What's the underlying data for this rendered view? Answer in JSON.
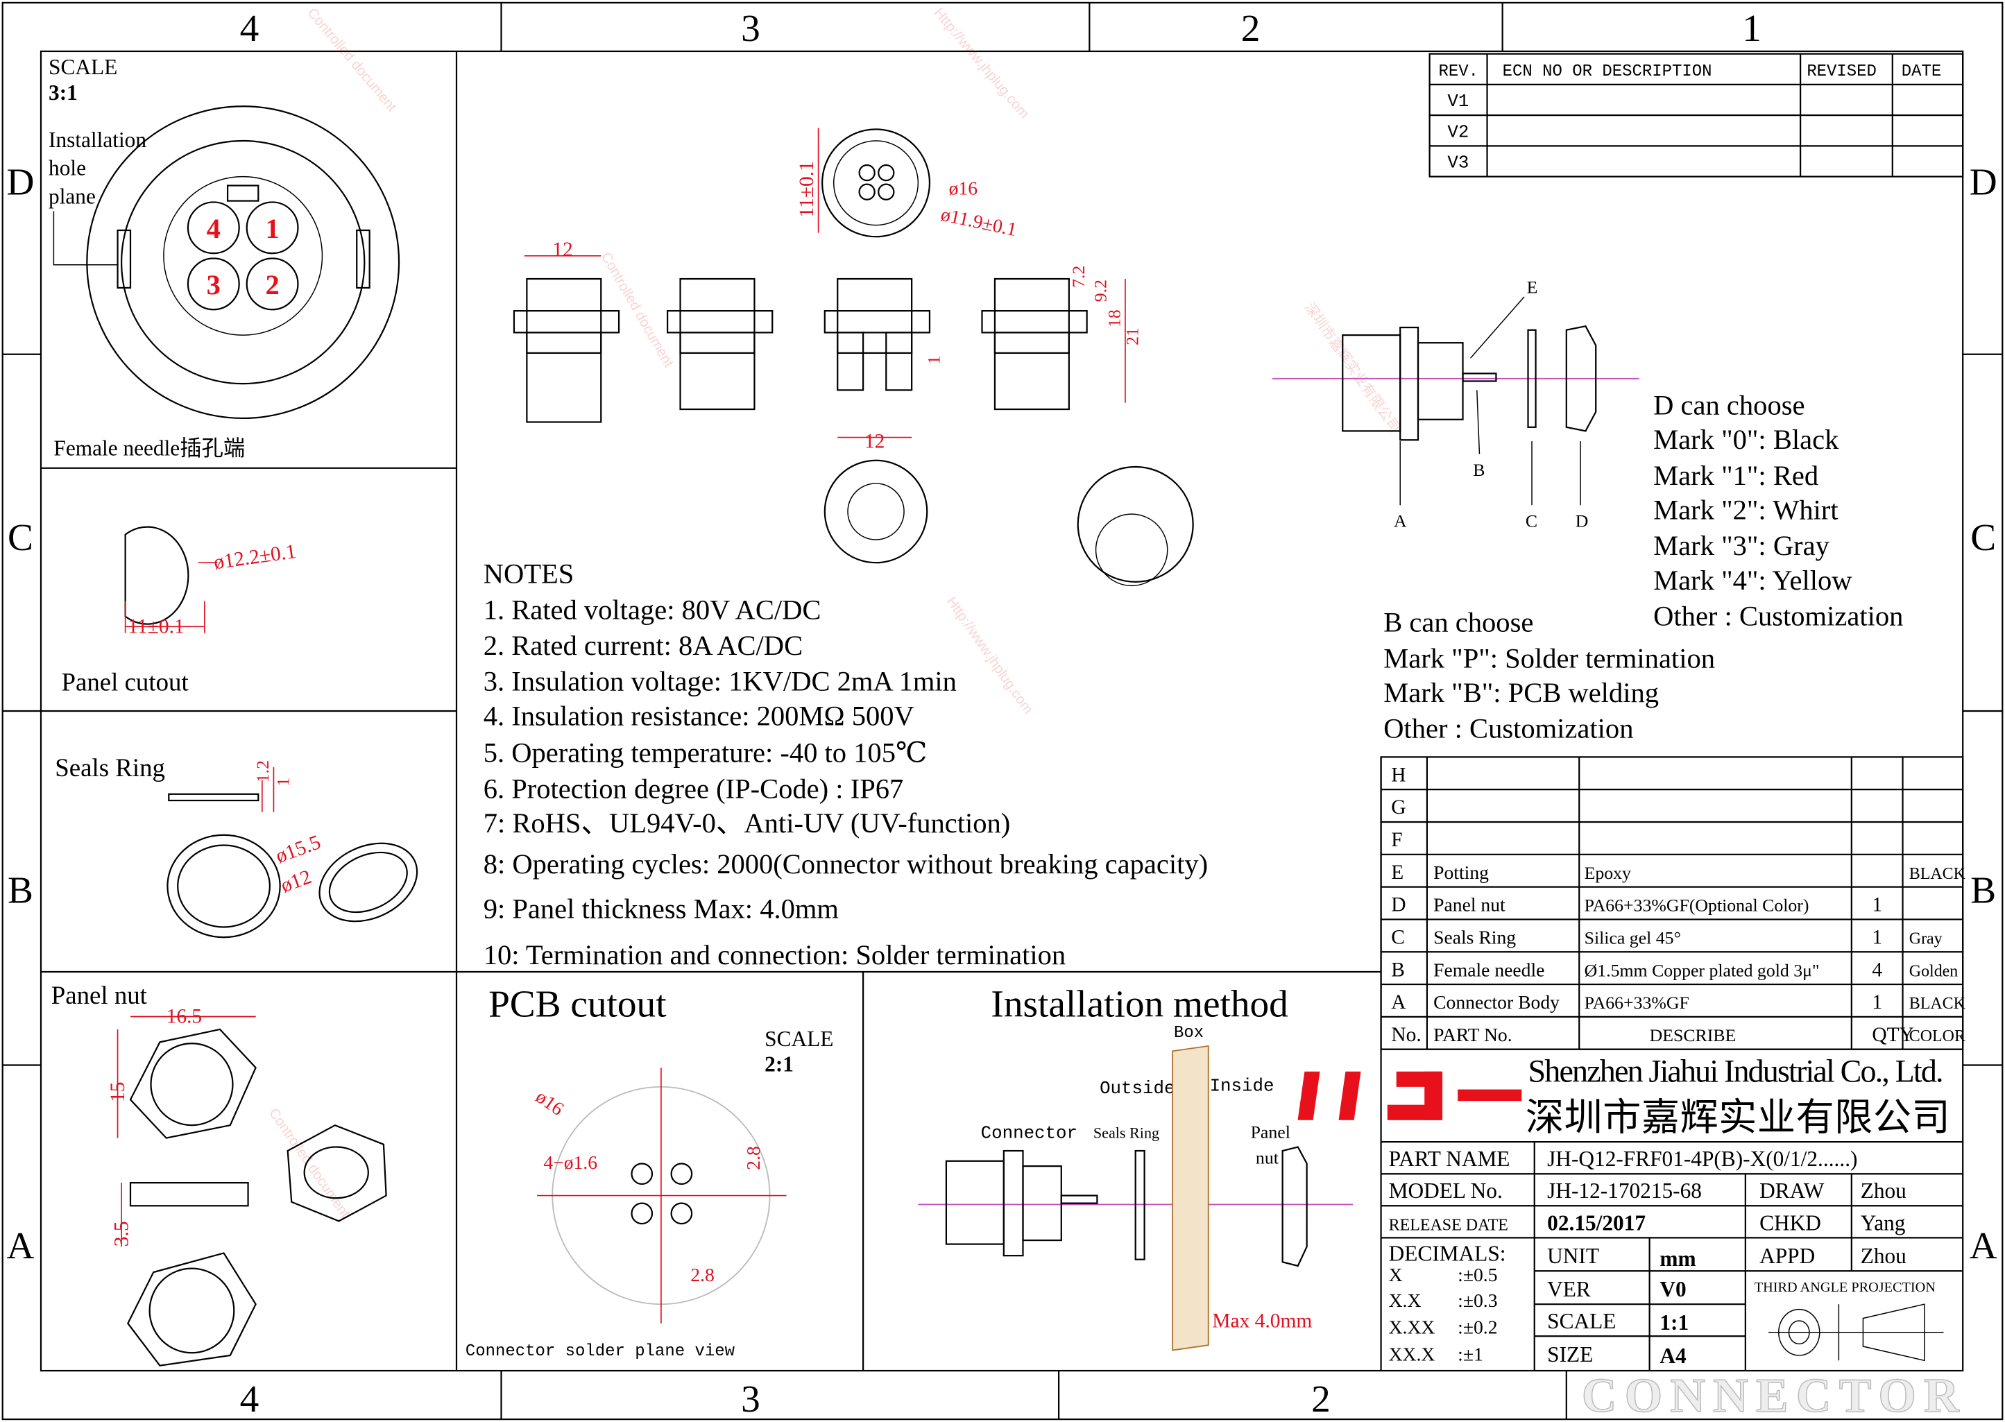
{
  "zones": {
    "top": [
      "4",
      "3",
      "2",
      "1"
    ],
    "bottom": [
      "4",
      "3",
      "2"
    ],
    "side": [
      "D",
      "C",
      "B",
      "A"
    ]
  },
  "scale_view": {
    "scale_label": "SCALE",
    "scale_value": "3:1",
    "hole_label": [
      "Installation",
      "hole",
      "plane"
    ],
    "pins": [
      "4",
      "1",
      "3",
      "2"
    ],
    "caption": "Female needle插孔端"
  },
  "panel_cutout": {
    "caption": "Panel cutout",
    "dia": "ø12.2±0.1",
    "width": "11±0.1"
  },
  "seals_ring": {
    "caption": "Seals Ring",
    "thick1": "1.2",
    "thick2": "1",
    "outer": "ø15.5",
    "inner": "ø12"
  },
  "panel_nut": {
    "caption": "Panel nut",
    "width": "16.5",
    "height": "15",
    "thickness": "3.5"
  },
  "front_view": {
    "height": "11±0.1",
    "outer": "ø16",
    "inner": "ø11.9±0.1"
  },
  "side_views": {
    "width_top": "12",
    "width_bottom": "12",
    "d72": "7.2",
    "d92": "9.2",
    "d18": "18",
    "d21": "21",
    "d1": "1"
  },
  "notes": {
    "title": "NOTES",
    "items": [
      "1. Rated voltage: 80V AC/DC",
      "2. Rated current: 8A AC/DC",
      "3. Insulation voltage: 1KV/DC 2mA 1min",
      "4. Insulation resistance: 200MΩ 500V",
      "5. Operating temperature: -40 to 105℃",
      "6. Protection degree (IP-Code) : IP67",
      "7: RoHS、UL94V-0、Anti-UV (UV-function)",
      "8: Operating cycles: 2000(Connector without breaking capacity)",
      "9: Panel thickness Max: 4.0mm",
      "10: Termination and connection: Solder termination"
    ]
  },
  "exploded": {
    "labels": [
      "A",
      "B",
      "C",
      "D",
      "E"
    ]
  },
  "d_choose": {
    "title": "D can choose",
    "items": [
      "Mark \"0\": Black",
      "Mark \"1\": Red",
      "Mark \"2\": Whirt",
      "Mark \"3\": Gray",
      "Mark \"4\": Yellow",
      "Other : Customization"
    ]
  },
  "b_choose": {
    "title": "B can choose",
    "items": [
      "Mark \"P\":  Solder termination",
      "Mark \"B\":  PCB welding",
      "Other : Customization"
    ]
  },
  "revision": {
    "headers": [
      "REV.",
      "ECN NO OR DESCRIPTION",
      "REVISED",
      "DATE"
    ],
    "rows": [
      [
        "V1",
        "",
        "",
        ""
      ],
      [
        "V2",
        "",
        "",
        ""
      ],
      [
        "V3",
        "",
        "",
        ""
      ]
    ]
  },
  "bom": {
    "headers": [
      "No.",
      "PART No.",
      "DESCRIBE",
      "QTY",
      "COLOR"
    ],
    "rows": [
      [
        "H",
        "",
        "",
        "",
        ""
      ],
      [
        "G",
        "",
        "",
        "",
        ""
      ],
      [
        "F",
        "",
        "",
        "",
        ""
      ],
      [
        "E",
        "Potting",
        "Epoxy",
        "",
        "BLACK"
      ],
      [
        "D",
        "Panel nut",
        "PA66+33%GF(Optional Color)",
        "1",
        ""
      ],
      [
        "C",
        "Seals Ring",
        "Silica gel 45°",
        "1",
        "Gray"
      ],
      [
        "B",
        "Female needle",
        "Ø1.5mm Copper plated gold 3μ\"",
        "4",
        "Golden"
      ],
      [
        "A",
        "Connector Body",
        "PA66+33%GF",
        "1",
        "BLACK"
      ]
    ]
  },
  "company": {
    "logo": "JH",
    "name_en": "Shenzhen Jiahui Industrial Co., Ltd.",
    "name_cn": "深圳市嘉辉实业有限公司",
    "brand_color": "#e8101a"
  },
  "title_block": {
    "part_name_label": "PART NAME",
    "part_name": "JH-Q12-FRF01-4P(B)-X(0/1/2......)",
    "model_label": "MODEL No.",
    "model": "JH-12-170215-68",
    "release_label": "RELEASE DATE",
    "release": "02.15/2017",
    "draw_label": "DRAW",
    "draw": "Zhou",
    "chkd_label": "CHKD",
    "chkd": "Yang",
    "appd_label": "APPD",
    "appd": "Zhou",
    "decimals_label": "DECIMALS:",
    "decimals": [
      [
        "X",
        ":±0.5"
      ],
      [
        "X.X",
        ":±0.3"
      ],
      [
        "X.XX",
        ":±0.2"
      ],
      [
        "XX.X",
        ":±1"
      ]
    ],
    "unit_label": "UNIT",
    "unit": "mm",
    "ver_label": "VER",
    "ver": "V0",
    "scale_label": "SCALE",
    "scale": "1:1",
    "size_label": "SIZE",
    "size": "A4",
    "projection": "THIRD ANGLE PROJECTION"
  },
  "pcb_cutout": {
    "title": "PCB cutout",
    "scale_label": "SCALE",
    "scale": "2:1",
    "dia": "ø16",
    "holes": "4−ø1.6",
    "pitch_v": "2.8",
    "pitch_h": "2.8",
    "caption": "Connector solder plane view"
  },
  "installation": {
    "title": "Installation method",
    "box": "Box",
    "outside": "Outside",
    "inside": "Inside",
    "connector": "Connector",
    "seals": "Seals Ring",
    "nut": [
      "Panel",
      "nut"
    ],
    "max": "Max 4.0mm"
  },
  "watermark": {
    "text": "Controlled document",
    "url": "Http://www.jhplug.com",
    "cn": "深圳市嘉辉实业有限公司"
  },
  "footer_logo": "CONNECTOR"
}
